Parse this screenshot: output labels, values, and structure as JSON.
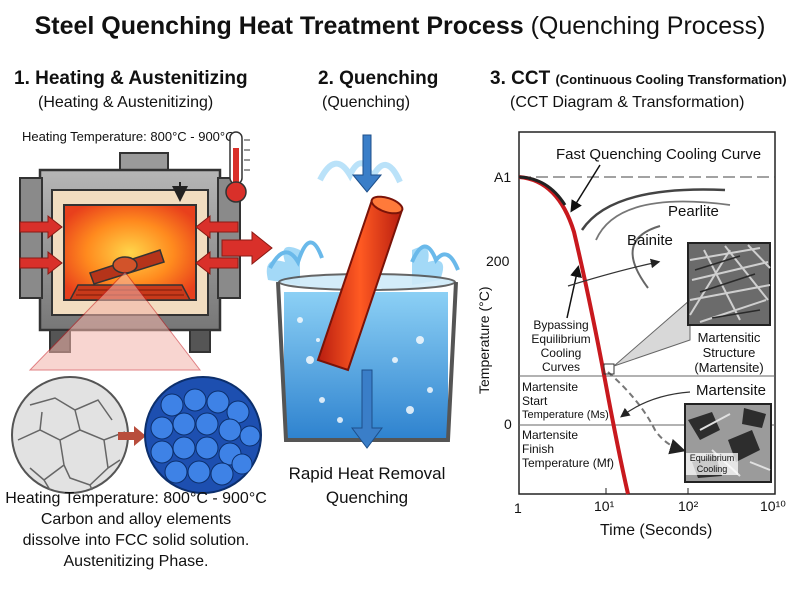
{
  "title": {
    "main": "Steel Quenching Heat Treatment Process",
    "sub": "(Quenching Process)"
  },
  "panel1": {
    "heading": "1. Heating & Austenitizing",
    "subheading": "(Heating & Austenitizing)",
    "furnace_temp_label": "Heating Temperature: 800°C - 900°C",
    "caption_line1": "Heating Temperature: 800°C - 900°C",
    "caption_line2": "Carbon and alloy elements",
    "caption_line3": "dissolve into FCC solid solution.",
    "caption_line4": "Austenitizing Phase."
  },
  "panel2": {
    "heading": "2. Quenching",
    "subheading": "(Quenching)",
    "caption_line1": "Rapid Heat Removal",
    "caption_line2": "Quenching"
  },
  "panel3": {
    "heading_main": "3. CCT",
    "heading_paren": "(Continuous Cooling Transformation)",
    "subheading": "(CCT Diagram & Transformation)",
    "curve_label": "Fast Quenching Cooling Curve",
    "pearlite": "Pearlite",
    "bainite": "Bainite",
    "bypass_line1": "Bypassing",
    "bypass_line2": "Equilibrium",
    "bypass_line3": "Cooling",
    "bypass_line4": "Curves",
    "ms_line1": "Martensite",
    "ms_line2": "Start",
    "ms_line3": "Temperature (Ms)",
    "mf_line1": "Martensite",
    "mf_line2": "Finish",
    "mf_line3": "Temperature (Mf)",
    "martensitic_line1": "Martensitic",
    "martensitic_line2": "Structure",
    "martensitic_line3": "(Martensite)",
    "martensite": "Martensite",
    "equil_line1": "Equilibrium",
    "equil_line2": "Cooling",
    "y_label": "Temperature (°C)",
    "x_label": "Time (Seconds)",
    "y_ticks": [
      "A1",
      "200",
      "0"
    ],
    "x_ticks": [
      "1",
      "10¹",
      "10²",
      "10¹⁰"
    ]
  },
  "colors": {
    "quench_curve": "#c8191e",
    "hot_metal": "#e8401c",
    "water": "#4aa3e0",
    "arrow_red": "#d9302a",
    "arrow_blue": "#3a7ec8"
  }
}
